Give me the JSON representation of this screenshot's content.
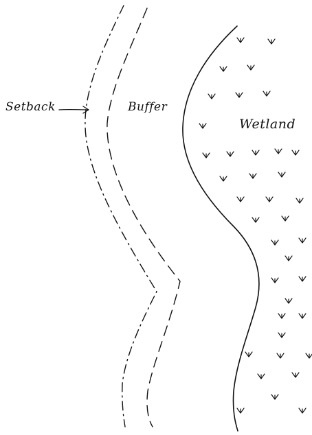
{
  "labels": {
    "setback": "Setback",
    "buffer": "Buffer",
    "wetland": "Wetland"
  },
  "colors": {
    "ink": "#111111",
    "background": "#ffffff"
  },
  "icons": {
    "marsh_symbol": "wetland-grass-icon"
  }
}
